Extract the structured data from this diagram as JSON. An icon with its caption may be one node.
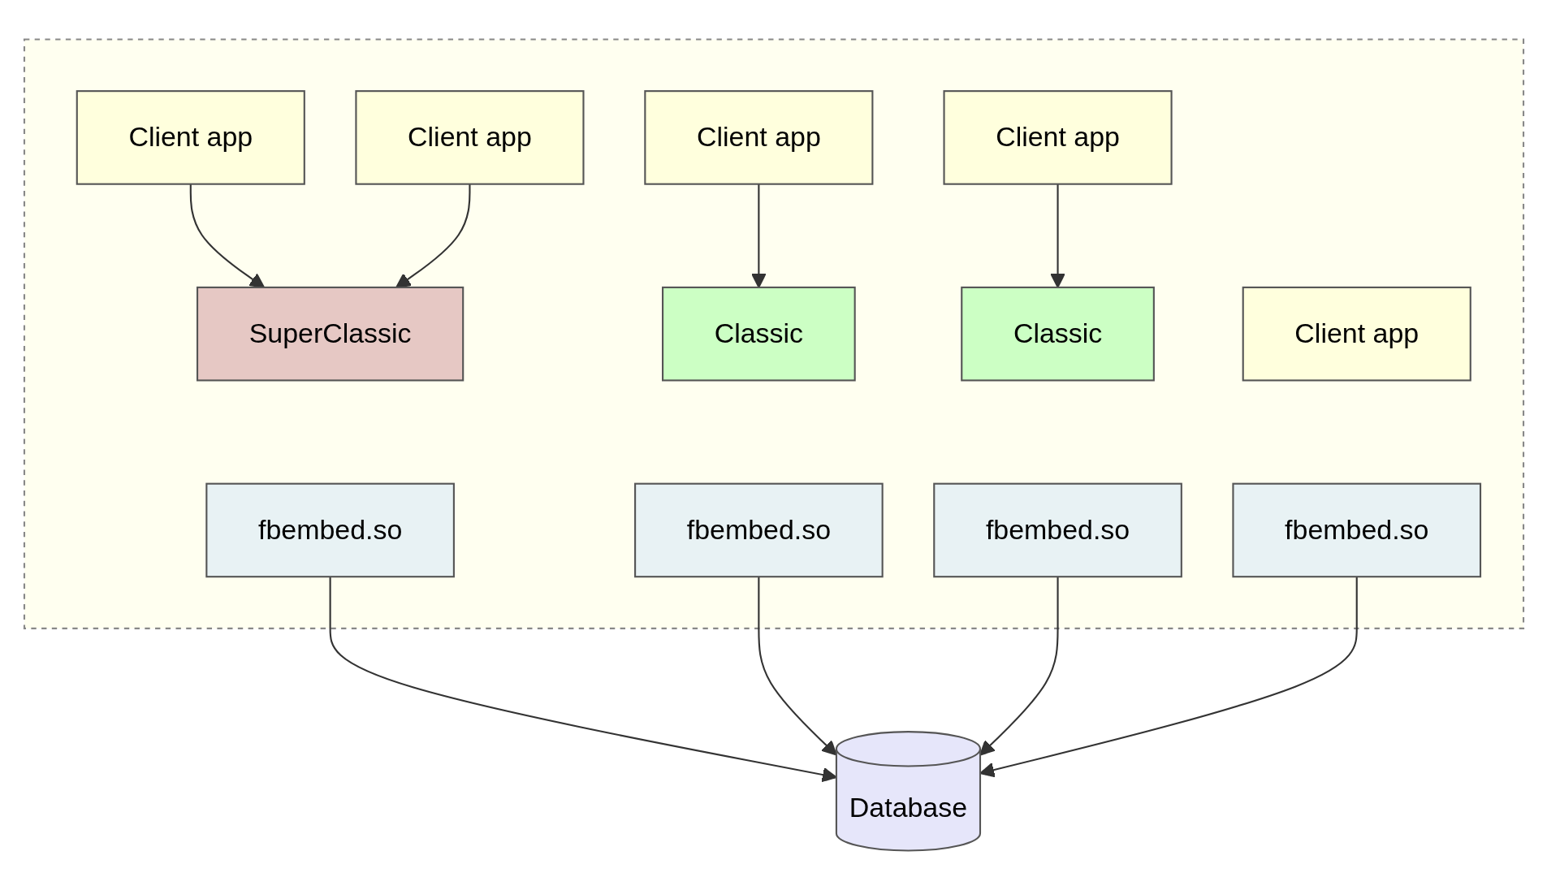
{
  "diagram": {
    "nodes": [
      {
        "text": [],
        "shape": "box"
      },
      {
        "text": [
          "Client app"
        ],
        "in": 0
      },
      {
        "text": [
          "Client app"
        ],
        "in": 0
      },
      {
        "text": [
          "Client app"
        ],
        "in": 0
      },
      {
        "text": [
          "Client app"
        ],
        "in": 0
      },
      {
        "text": [
          "SuperClassic"
        ],
        "in": 0
      },
      {
        "text": [
          "Classic"
        ],
        "in": 0
      },
      {
        "text": [
          "Classic"
        ],
        "in": 0
      },
      {
        "text": [
          "Client app"
        ],
        "in": 0
      },
      {
        "text": [
          "fbembed.so"
        ],
        "in": 0
      },
      {
        "text": [
          "fbembed.so"
        ],
        "in": 0
      },
      {
        "text": [
          "fbembed.so"
        ],
        "in": 0
      },
      {
        "text": [
          "fbembed.so"
        ],
        "in": 0
      },
      {
        "text": [
          "Database"
        ]
      }
    ],
    "edges": [
      {
        "from": 1,
        "to": 5,
        "arrow": "to"
      },
      {
        "from": 2,
        "to": 5,
        "arrow": "to"
      },
      {
        "from": 3,
        "to": 6,
        "arrow": "to"
      },
      {
        "from": 4,
        "to": 7,
        "arrow": "to"
      },
      {
        "from": 9,
        "to": 13,
        "arrow": "to"
      },
      {
        "from": 10,
        "to": 13,
        "arrow": "to"
      },
      {
        "from": 11,
        "to": 13,
        "arrow": "to"
      },
      {
        "from": 12,
        "to": 13,
        "arrow": "to"
      }
    ]
  }
}
